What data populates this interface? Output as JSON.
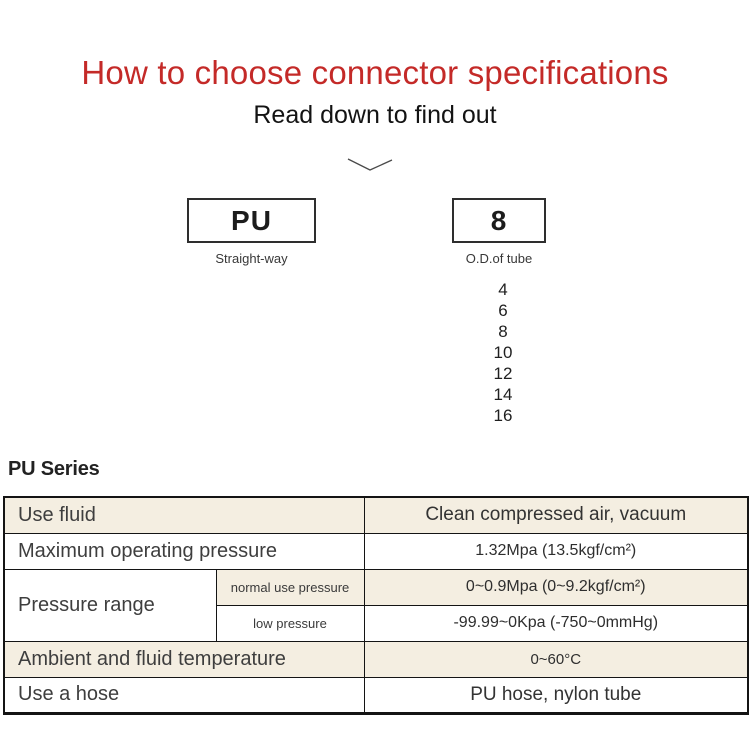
{
  "page": {
    "title": "How to choose connector specifications",
    "subtitle": "Read down to find out"
  },
  "icons": {
    "chevron": "chevron-down-icon"
  },
  "selector": {
    "model": {
      "code": "PU",
      "label": "Straight-way"
    },
    "size": {
      "code": "8",
      "label": "O.D.of tube",
      "options": [
        "4",
        "6",
        "8",
        "10",
        "12",
        "14",
        "16"
      ]
    }
  },
  "series": {
    "heading": "PU Series",
    "table": {
      "use_fluid": {
        "label": "Use fluid",
        "value": "Clean compressed air, vacuum"
      },
      "max_pressure": {
        "label": "Maximum operating pressure",
        "value": "1.32Mpa (13.5kgf/cm²)"
      },
      "pressure_range": {
        "label": "Pressure range",
        "normal": {
          "label": "normal use pressure",
          "value": "0~0.9Mpa (0~9.2kgf/cm²)"
        },
        "low": {
          "label": "low pressure",
          "value": "-99.99~0Kpa (-750~0mmHg)"
        }
      },
      "temperature": {
        "label": "Ambient and fluid temperature",
        "value": "0~60°C"
      },
      "hose": {
        "label": "Use a hose",
        "value": "PU hose, nylon tube"
      }
    }
  },
  "colors": {
    "title_red": "#c42a28",
    "row_beige": "#f4eee1",
    "table_border": "#141414",
    "text_dark": "#3e3e3e"
  }
}
